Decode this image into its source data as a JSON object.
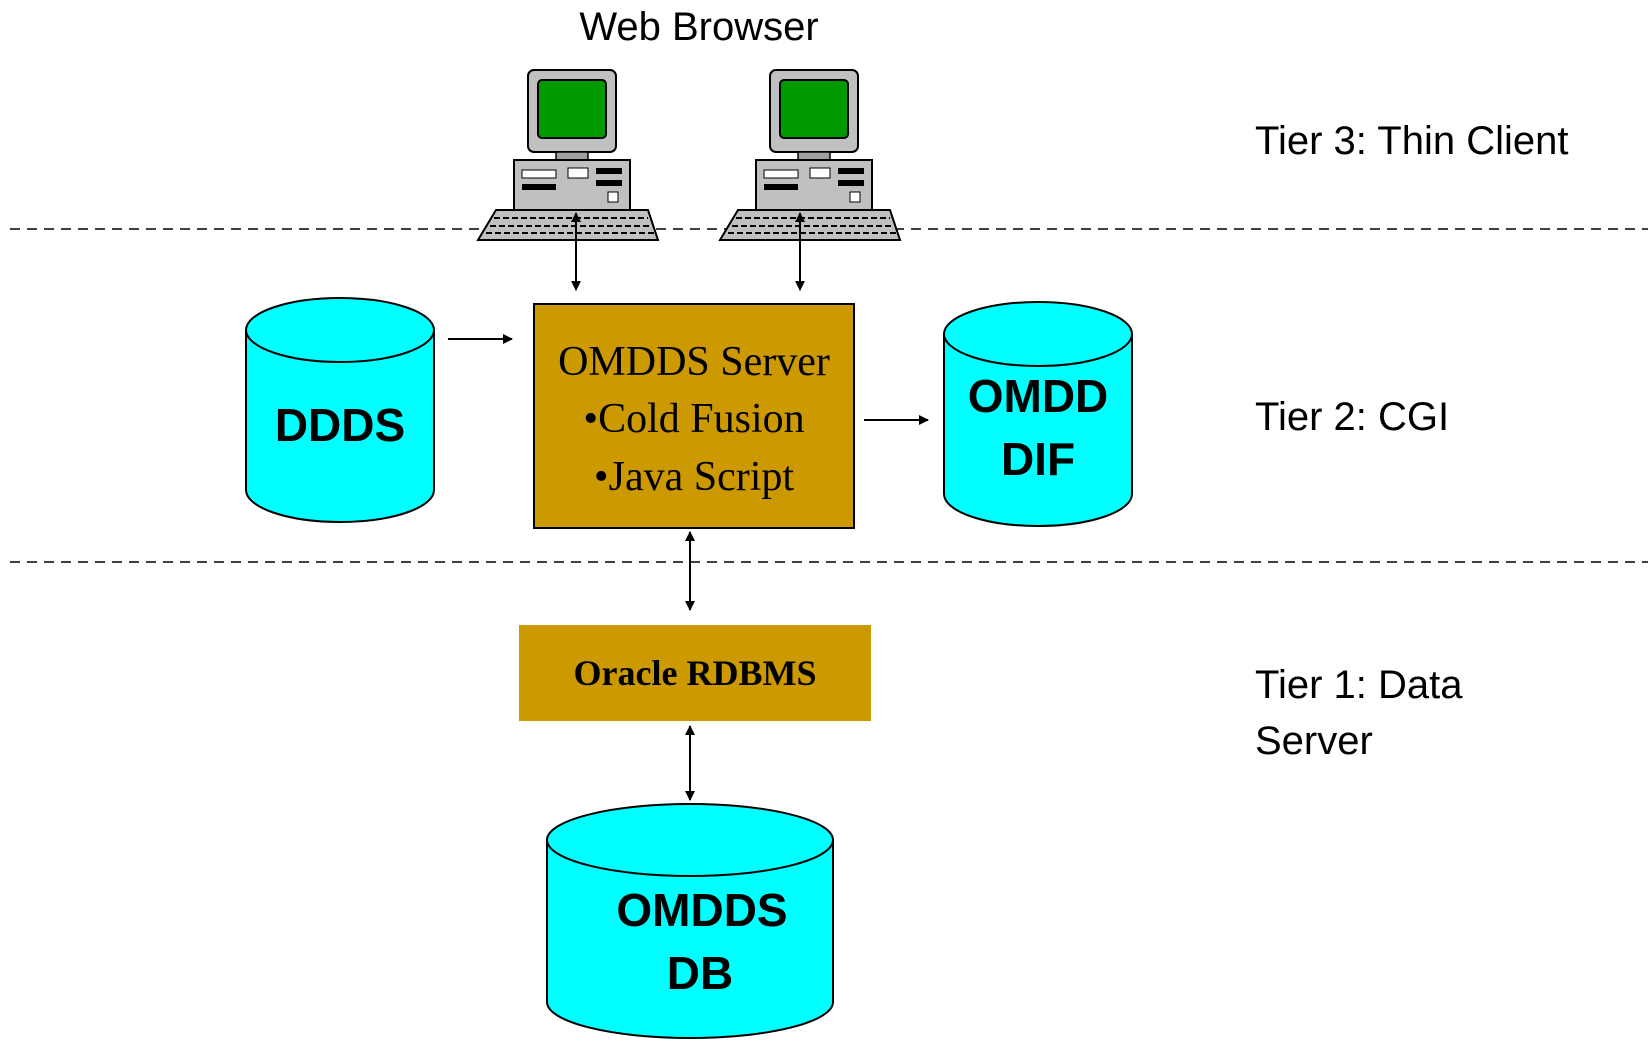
{
  "client": {
    "heading": "Web Browser"
  },
  "tiers": {
    "tier3": "Tier 3: Thin Client",
    "tier2": "Tier 2: CGI",
    "tier1_line1": "Tier 1: Data",
    "tier1_line2": "Server"
  },
  "databases": {
    "ddds": "DDDS",
    "omdd_line1": "OMDD",
    "omdd_line2": "DIF",
    "omdds_line1": "OMDDS",
    "omdds_line2": "DB"
  },
  "server": {
    "title": "OMDDS Server",
    "item1": "•Cold Fusion",
    "item2": "•Java Script"
  },
  "oracle": {
    "label": "Oracle RDBMS"
  },
  "colors": {
    "cylinder_fill": "#00ffff",
    "box_fill": "#cc9900",
    "monitor_screen": "#009900",
    "computer_body": "#c0c0c0",
    "line": "#000000"
  }
}
